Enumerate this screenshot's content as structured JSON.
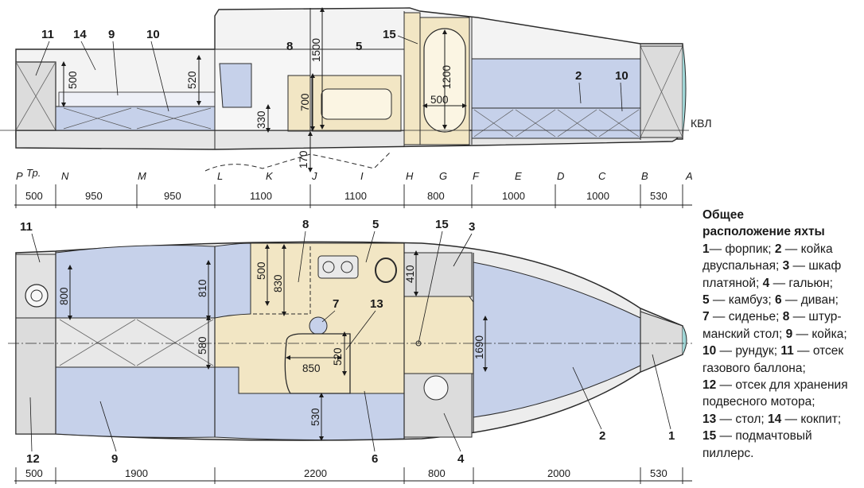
{
  "colors": {
    "berth": "#c6d1ea",
    "floor": "#f2e6c4",
    "hull_grey": "#dcdcdc",
    "outline": "#2a2a2a",
    "water_tip": "#9fd6d6"
  },
  "side_view": {
    "labels": [
      {
        "id": "11",
        "text": "11"
      },
      {
        "id": "14",
        "text": "14"
      },
      {
        "id": "9",
        "text": "9"
      },
      {
        "id": "10a",
        "text": "10"
      },
      {
        "id": "8",
        "text": "8"
      },
      {
        "id": "5",
        "text": "5"
      },
      {
        "id": "15",
        "text": "15"
      },
      {
        "id": "2",
        "text": "2"
      },
      {
        "id": "10b",
        "text": "10"
      }
    ],
    "dims": {
      "d500": "500",
      "d520": "520",
      "d1500": "1500",
      "d700": "700",
      "d330": "330",
      "d170": "170",
      "d1200": "1200",
      "d500w": "500"
    },
    "waterline": "КВЛ"
  },
  "frames": [
    {
      "id": "P",
      "text": "P"
    },
    {
      "id": "tr",
      "text": "Тр."
    },
    {
      "id": "N",
      "text": "N"
    },
    {
      "id": "M",
      "text": "M"
    },
    {
      "id": "L",
      "text": "L"
    },
    {
      "id": "K",
      "text": "K"
    },
    {
      "id": "J",
      "text": "J"
    },
    {
      "id": "I",
      "text": "I"
    },
    {
      "id": "H",
      "text": "H"
    },
    {
      "id": "G",
      "text": "G"
    },
    {
      "id": "F",
      "text": "F"
    },
    {
      "id": "E",
      "text": "E"
    },
    {
      "id": "D",
      "text": "D"
    },
    {
      "id": "C",
      "text": "C"
    },
    {
      "id": "B",
      "text": "B"
    },
    {
      "id": "A",
      "text": "A"
    }
  ],
  "frame_spacing": [
    "500",
    "950",
    "950",
    "1100",
    "1100",
    "800",
    "1000",
    "1000",
    "530"
  ],
  "bottom_spacing": [
    "500",
    "1900",
    "2200",
    "800",
    "2000",
    "530"
  ],
  "plan_view": {
    "labels": [
      {
        "id": "11",
        "text": "11"
      },
      {
        "id": "8",
        "text": "8"
      },
      {
        "id": "5",
        "text": "5"
      },
      {
        "id": "15",
        "text": "15"
      },
      {
        "id": "3",
        "text": "3"
      },
      {
        "id": "7",
        "text": "7"
      },
      {
        "id": "13",
        "text": "13"
      },
      {
        "id": "12",
        "text": "12"
      },
      {
        "id": "9",
        "text": "9"
      },
      {
        "id": "6",
        "text": "6"
      },
      {
        "id": "4",
        "text": "4"
      },
      {
        "id": "2",
        "text": "2"
      },
      {
        "id": "1",
        "text": "1"
      }
    ],
    "dims": {
      "d800": "800",
      "d810": "810",
      "d500": "500",
      "d830": "830",
      "d410": "410",
      "d580": "580",
      "d1690": "1690",
      "d850": "850",
      "d520": "520",
      "d530": "530"
    }
  },
  "legend": {
    "title_line1": "Общее",
    "title_line2": "расположение яхты",
    "lines": [
      [
        {
          "b": true,
          "t": "1"
        },
        {
          "b": false,
          "t": "— форпик; "
        },
        {
          "b": true,
          "t": "2"
        },
        {
          "b": false,
          "t": " — койка"
        }
      ],
      [
        {
          "b": false,
          "t": "двуспальная; "
        },
        {
          "b": true,
          "t": "3"
        },
        {
          "b": false,
          "t": " — шкаф"
        }
      ],
      [
        {
          "b": false,
          "t": "платяной; "
        },
        {
          "b": true,
          "t": "4"
        },
        {
          "b": false,
          "t": " — гальюн;"
        }
      ],
      [
        {
          "b": true,
          "t": "5"
        },
        {
          "b": false,
          "t": " — камбуз; "
        },
        {
          "b": true,
          "t": "6"
        },
        {
          "b": false,
          "t": " — диван;"
        }
      ],
      [
        {
          "b": true,
          "t": "7"
        },
        {
          "b": false,
          "t": " — сиденье; "
        },
        {
          "b": true,
          "t": "8"
        },
        {
          "b": false,
          "t": " — штур-"
        }
      ],
      [
        {
          "b": false,
          "t": "манский стол; "
        },
        {
          "b": true,
          "t": "9"
        },
        {
          "b": false,
          "t": " — койка;"
        }
      ],
      [
        {
          "b": true,
          "t": "10"
        },
        {
          "b": false,
          "t": " — рундук; "
        },
        {
          "b": true,
          "t": "11"
        },
        {
          "b": false,
          "t": " — отсек"
        }
      ],
      [
        {
          "b": false,
          "t": "газового баллона;"
        }
      ],
      [
        {
          "b": true,
          "t": "12"
        },
        {
          "b": false,
          "t": " — отсек для хранения"
        }
      ],
      [
        {
          "b": false,
          "t": "подвесного мотора;"
        }
      ],
      [
        {
          "b": true,
          "t": "13"
        },
        {
          "b": false,
          "t": " — стол; "
        },
        {
          "b": true,
          "t": "14"
        },
        {
          "b": false,
          "t": " — кокпит;"
        }
      ],
      [
        {
          "b": true,
          "t": "15"
        },
        {
          "b": false,
          "t": " — подмачтовый"
        }
      ],
      [
        {
          "b": false,
          "t": "пиллерс."
        }
      ]
    ]
  }
}
